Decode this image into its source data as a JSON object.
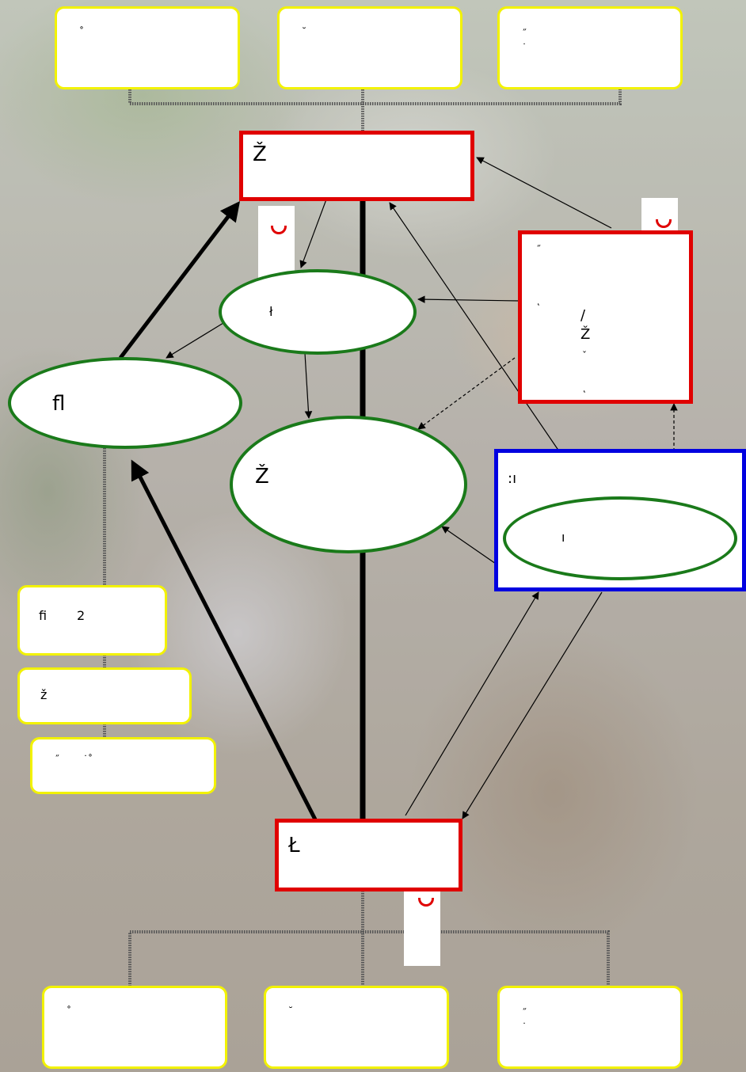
{
  "top_boxes": [
    "˚",
    "˘",
    "˝\n˙"
  ],
  "bottom_boxes": [
    "˚",
    "˘",
    "˝\n˙"
  ],
  "main_top": "Ž",
  "main_bottom": "Ł",
  "ellipse_small": "ł",
  "ellipse_left": "ﬂ",
  "ellipse_center": "Ž",
  "right_box_lines": [
    "˝",
    "˛",
    "/",
    "Ž",
    "ˇ",
    "˛"
  ],
  "blue_box": {
    "label": ":ı",
    "inner": "ı"
  },
  "left_boxes": [
    {
      "a": "ﬁ",
      "b": "2"
    },
    {
      "a": "ž"
    },
    {
      "a": "˝",
      "b": "˙˚"
    }
  ],
  "colors": {
    "red": "#e00000",
    "green": "#1a7a1a",
    "blue": "#0000e0",
    "yellow": "#f2f200"
  }
}
